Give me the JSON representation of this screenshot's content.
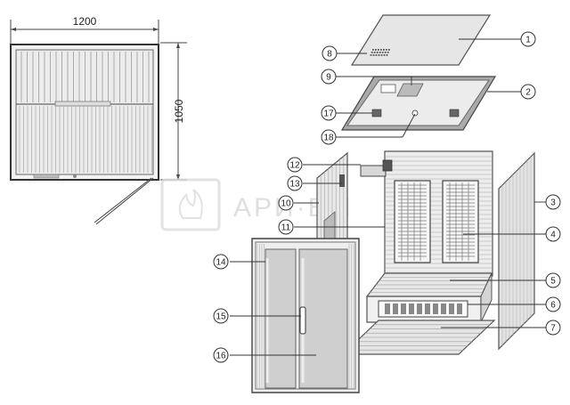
{
  "dimensions": {
    "width_label": "1200",
    "depth_label": "1050"
  },
  "watermark": "АРИ·ЕМ",
  "callouts": [
    "1",
    "2",
    "3",
    "4",
    "5",
    "6",
    "7",
    "8",
    "9",
    "10",
    "11",
    "12",
    "13",
    "14",
    "15",
    "16",
    "17",
    "18"
  ],
  "colors": {
    "line": "#444444",
    "panel": "#e6e6e6",
    "glass": "#cfcfcf"
  }
}
